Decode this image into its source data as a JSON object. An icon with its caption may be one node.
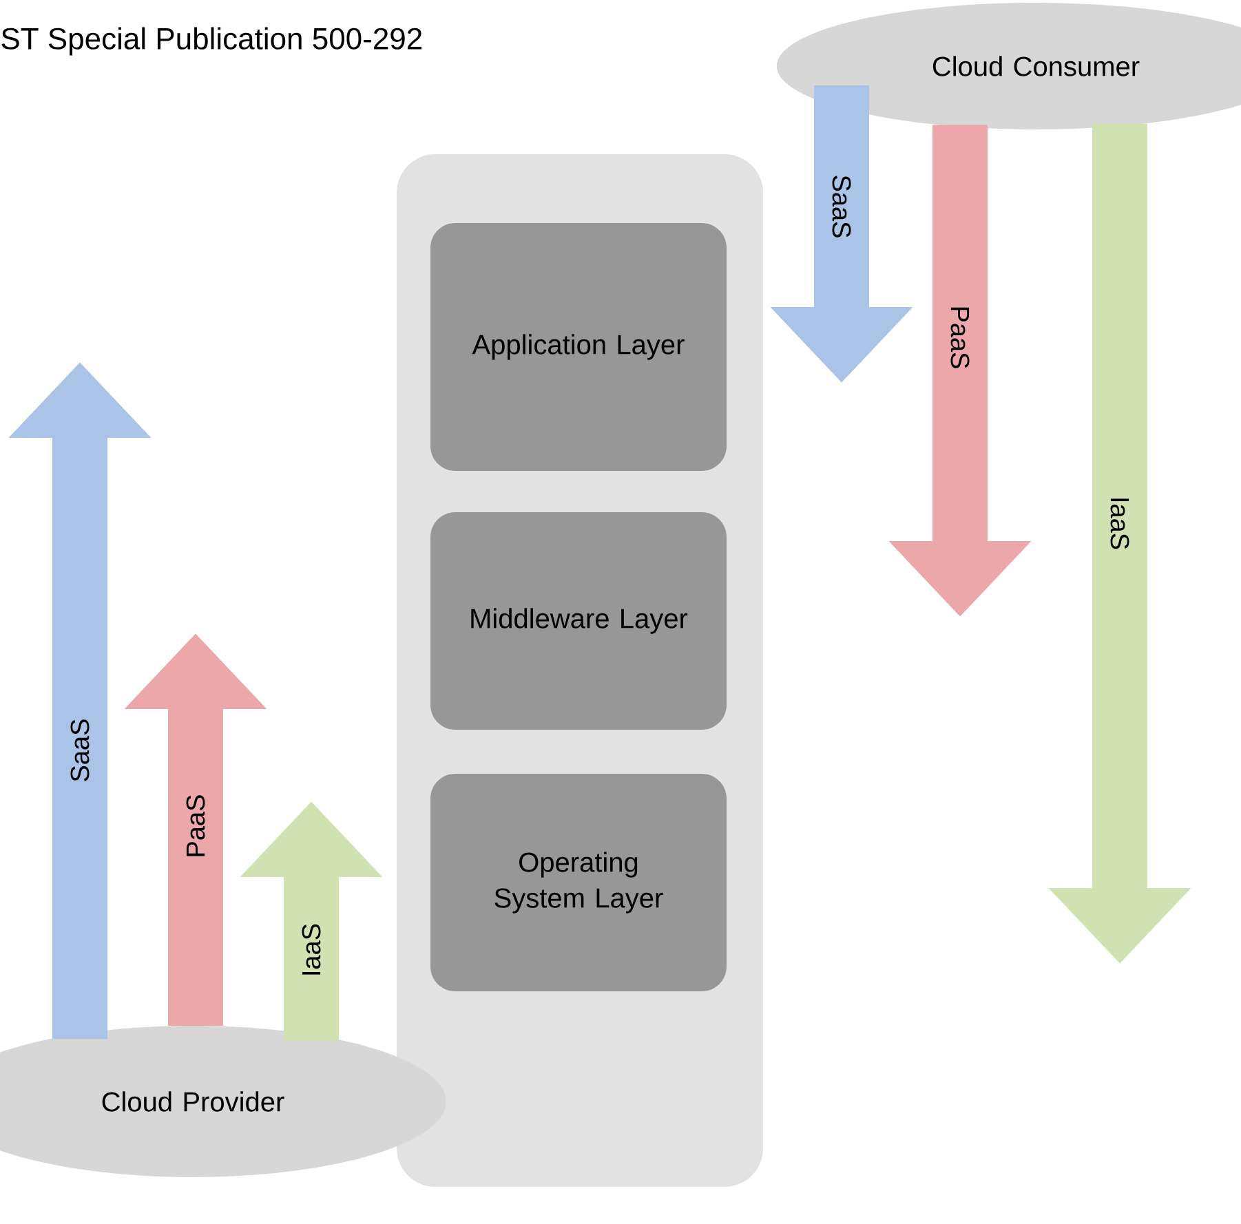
{
  "diagram": {
    "title": "ST Special Publication 500-292",
    "nodes": [
      {
        "text": [
          "Cloud Consumer"
        ]
      },
      {
        "text": [],
        "shape": "box"
      },
      {
        "text": [
          "Application Layer"
        ],
        "in": 1
      },
      {
        "text": [
          "Middleware Layer"
        ],
        "in": 1
      },
      {
        "text": [
          "Operating System Layer"
        ],
        "in": 1
      },
      {
        "text": [
          "Cloud Provider"
        ]
      }
    ],
    "edges": [
      {
        "from": 5,
        "to": null,
        "arrow": "to",
        "label": "SaaS",
        "color": "#a9c4e6"
      },
      {
        "from": 5,
        "to": null,
        "arrow": "to",
        "label": "PaaS",
        "color": "#eba7a9"
      },
      {
        "from": 5,
        "to": null,
        "arrow": "to",
        "label": "IaaS",
        "color": "#d0e2b2"
      },
      {
        "from": 0,
        "to": null,
        "arrow": "to",
        "label": "SaaS",
        "color": "#a9c4e6"
      },
      {
        "from": 0,
        "to": null,
        "arrow": "to",
        "label": "PaaS",
        "color": "#eba7a9"
      },
      {
        "from": 0,
        "to": null,
        "arrow": "to",
        "label": "IaaS",
        "color": "#d0e2b2"
      }
    ]
  }
}
